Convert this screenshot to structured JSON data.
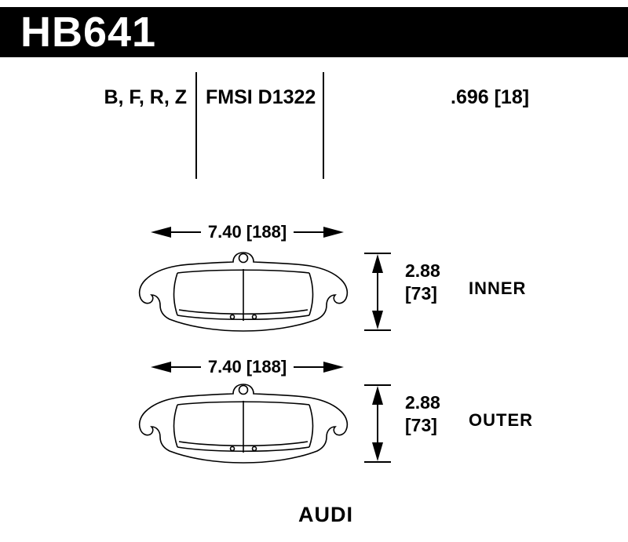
{
  "header": {
    "part_number": "HB641"
  },
  "spec_row": {
    "compound_codes": "B, F, R, Z",
    "fmsi_number": "FMSI D1322",
    "pad_thickness": ".696 [18]"
  },
  "dimensions": {
    "inner": {
      "width": "7.40 [188]",
      "height": "2.88",
      "height_bracket": "[73]",
      "position_label": "INNER"
    },
    "outer": {
      "width": "7.40 [188]",
      "height": "2.88",
      "height_bracket": "[73]",
      "position_label": "OUTER"
    }
  },
  "footer": {
    "vehicle_make": "AUDI"
  },
  "colors": {
    "header_bg": "#000000",
    "header_text": "#ffffff",
    "line_color": "#000000",
    "background": "#ffffff"
  }
}
